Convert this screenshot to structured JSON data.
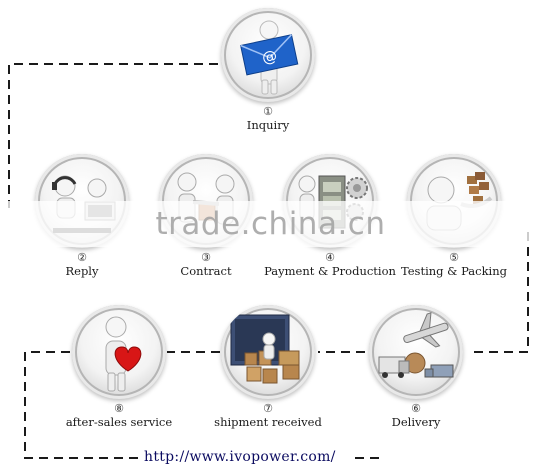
{
  "steps": [
    {
      "num": "①",
      "label": "Inquiry",
      "icon": "email-envelope-icon"
    },
    {
      "num": "②",
      "label": "Reply",
      "icon": "headset-computer-icon"
    },
    {
      "num": "③",
      "label": "Contract",
      "icon": "handshake-icon"
    },
    {
      "num": "④",
      "label": "Payment & Production",
      "icon": "money-gears-icon"
    },
    {
      "num": "⑤",
      "label": "Testing & Packing",
      "icon": "boxes-icon"
    },
    {
      "num": "⑥",
      "label": "Delivery",
      "icon": "airplane-truck-icon"
    },
    {
      "num": "⑦",
      "label": "shipment received",
      "icon": "cargo-container-icon"
    },
    {
      "num": "⑧",
      "label": "after-sales service",
      "icon": "heart-icon"
    }
  ],
  "watermark": "trade.china.cn",
  "website": "http://www.ivopower.com/",
  "colors": {
    "connector": "#1a1a1a",
    "envelope": "#1f63c9",
    "heart": "#d81616",
    "link": "#0b0b60"
  }
}
